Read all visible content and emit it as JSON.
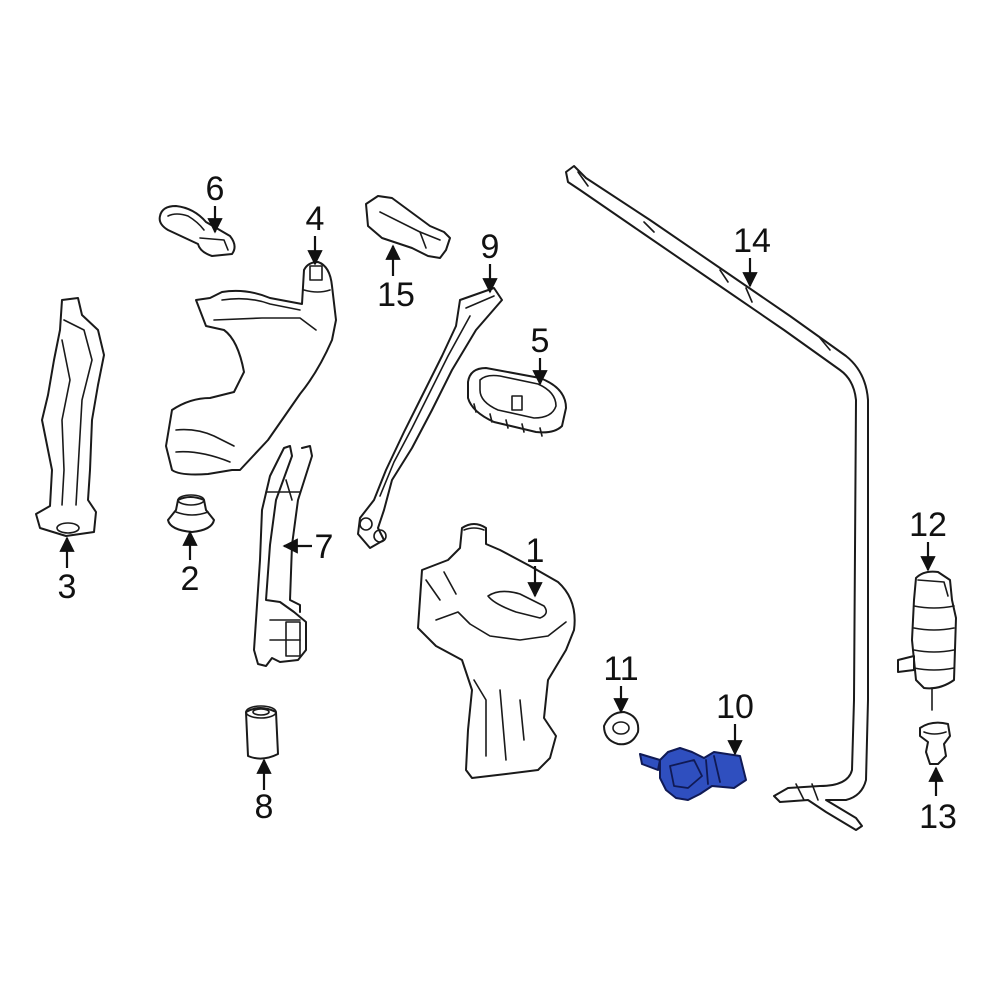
{
  "diagram": {
    "highlight_color": "#2f4fbf",
    "callouts": [
      {
        "id": "1",
        "label": "1"
      },
      {
        "id": "2",
        "label": "2"
      },
      {
        "id": "3",
        "label": "3"
      },
      {
        "id": "4",
        "label": "4"
      },
      {
        "id": "5",
        "label": "5"
      },
      {
        "id": "6",
        "label": "6"
      },
      {
        "id": "7",
        "label": "7"
      },
      {
        "id": "8",
        "label": "8"
      },
      {
        "id": "9",
        "label": "9"
      },
      {
        "id": "10",
        "label": "10"
      },
      {
        "id": "11",
        "label": "11"
      },
      {
        "id": "12",
        "label": "12"
      },
      {
        "id": "13",
        "label": "13"
      },
      {
        "id": "14",
        "label": "14"
      },
      {
        "id": "15",
        "label": "15"
      }
    ]
  }
}
